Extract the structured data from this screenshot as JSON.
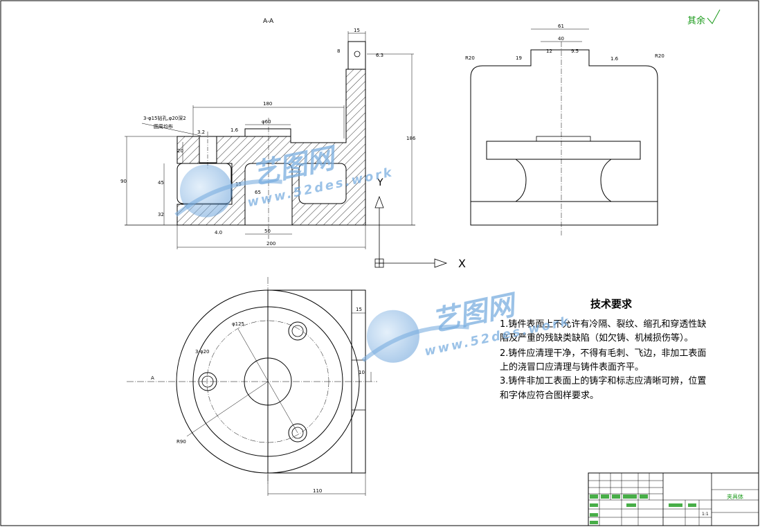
{
  "drawing": {
    "section_label": "A-A",
    "roughness_label": "其余",
    "axis_label": "X",
    "axis_label_y": "Y"
  },
  "dimensions": {
    "d15_top": "15",
    "d8": "8",
    "d6_3": "6.3",
    "d180": "180",
    "hole_note_1": "3-φ15钻孔,φ20深2",
    "hole_note_2": "圆周均布",
    "d60": "φ60",
    "d3_2": "3.2",
    "d1_6": "1.6",
    "d20": "20",
    "d90": "90",
    "d45": "45",
    "d32": "32",
    "d15_mid": "15",
    "d65": "65",
    "d50": "50",
    "d200": "200",
    "d186": "186",
    "d4_0": "4.0",
    "front_61": "61",
    "front_40": "40",
    "front_19": "19",
    "front_r20_l": "R20",
    "front_r20_r": "R20",
    "front_12": "12",
    "front_9_5": "9.5",
    "front_1_6": "1.6",
    "plan_15": "15",
    "plan_10": "10",
    "plan_125": "φ125",
    "plan_3phi20": "3-φ20",
    "plan_r90": "R90",
    "plan_110": "110",
    "plan_a": "A"
  },
  "tech_requirements": {
    "title": "技术要求",
    "lines": [
      "1.铸件表面上不允许有冷隔、裂纹、缩孔和穿透性缺",
      "陷及严重的残缺类缺陷（如欠铸、机械损伤等）。",
      "2.铸件应清理干净，不得有毛刺、飞边，非加工表面",
      "上的浇冒口应清理与铸件表面齐平。",
      "3.铸件非加工表面上的铸字和标志应清晰可辨，位置",
      "和字体应符合图样要求。"
    ]
  },
  "title_block": {
    "part_name": "夹具体",
    "scale": "1:1"
  },
  "watermark": {
    "cn": "艺图网",
    "en": "www.52des.work"
  }
}
